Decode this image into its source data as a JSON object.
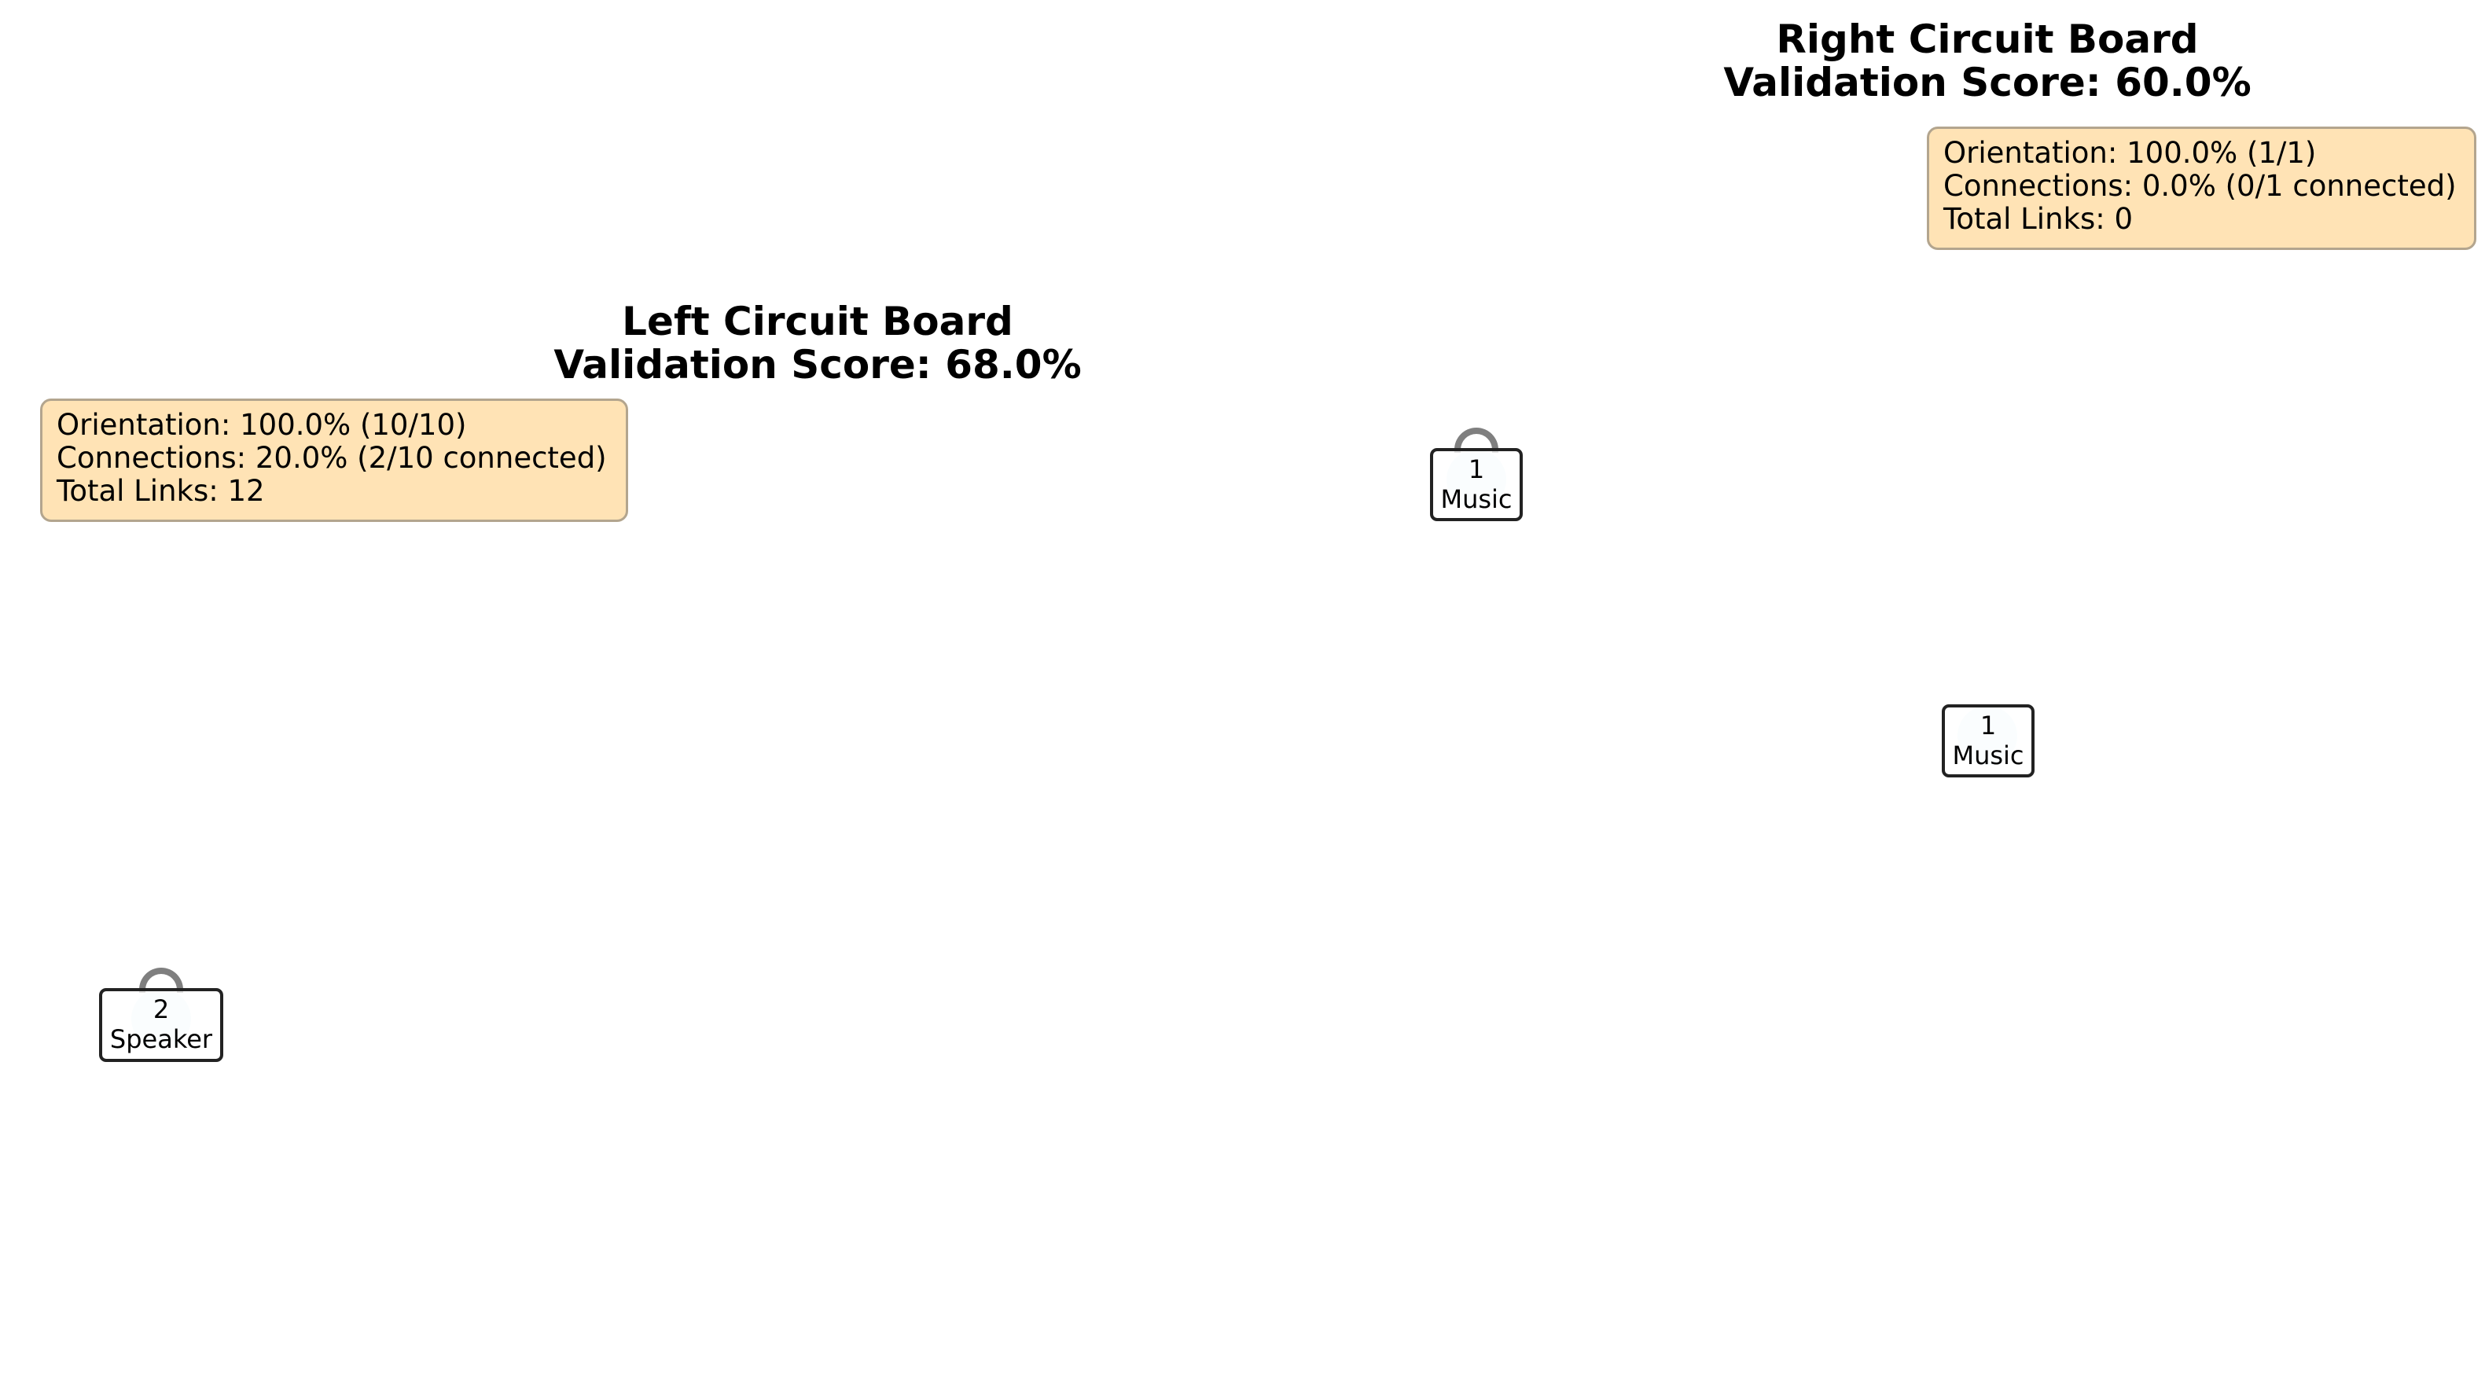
{
  "left_board": {
    "title": "Left Circuit Board",
    "score": "Validation Score: 68.0%",
    "stats": {
      "orientation": "Orientation: 100.0% (10/10)",
      "connections": "Connections: 20.0% (2/10 connected)",
      "total_links": "Total Links: 12"
    },
    "nodes": [
      {
        "number": "1",
        "name": "Music",
        "self_loop": true
      },
      {
        "number": "2",
        "name": "Speaker",
        "self_loop": true
      }
    ]
  },
  "right_board": {
    "title": "Right Circuit Board",
    "score": "Validation Score: 60.0%",
    "stats": {
      "orientation": "Orientation: 100.0% (1/1)",
      "connections": "Connections: 0.0% (0/1 connected)",
      "total_links": "Total Links: 0"
    },
    "nodes": [
      {
        "number": "1",
        "name": "Music",
        "self_loop": false
      }
    ]
  },
  "colors": {
    "stats_box_fill": "#ffe3b5",
    "stats_box_border": "#b3a58e",
    "node_fill": "#e9f5fb",
    "self_loop": "#7f7f7f",
    "node_border": "#222222"
  }
}
